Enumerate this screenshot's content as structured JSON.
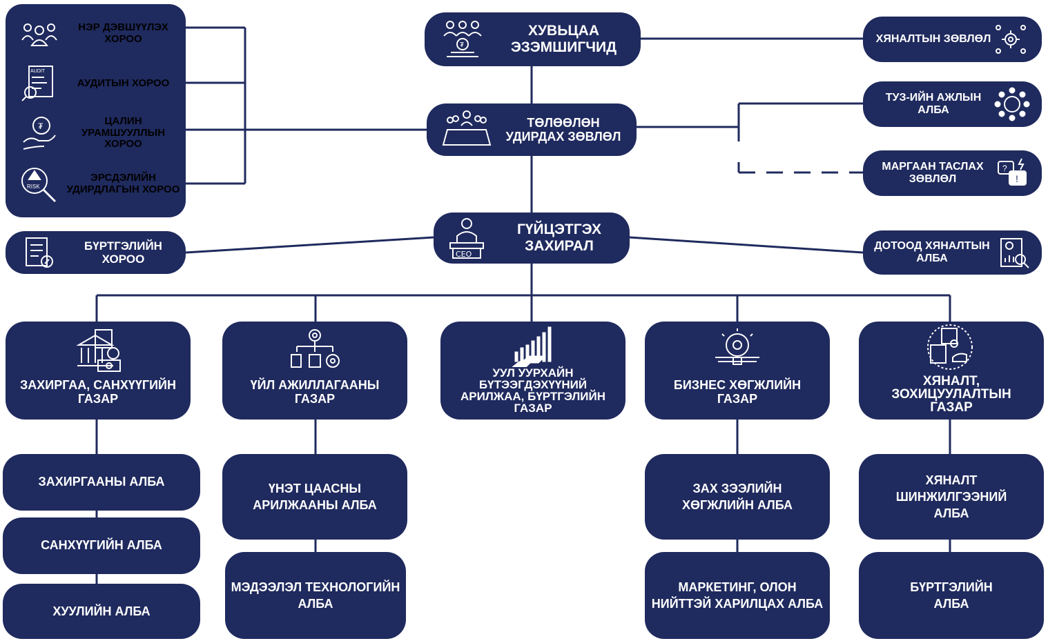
{
  "colors": {
    "box": "#1f2a5e",
    "line": "#1f2a5e",
    "text": "#ffffff"
  },
  "shareholders": {
    "line1": "ХУВЬЦАА",
    "line2": "ЭЗЭМШИГЧИД",
    "icon": "shareholders-icon"
  },
  "board": {
    "line1": "ТӨЛӨӨЛӨН",
    "line2": "УДИРДАХ ЗӨВЛӨЛ",
    "icon": "boardroom-icon"
  },
  "ceo": {
    "line1": "ГҮЙЦЭТГЭХ",
    "line2": "ЗАХИРАЛ",
    "icon": "ceo-icon",
    "icon_text": "CEO"
  },
  "committees": [
    {
      "label": "НЭР ДЭВШҮҮЛЭХ ХОРОО",
      "icon": "people-group-icon"
    },
    {
      "label": "АУДИТЫН ХОРОО",
      "icon": "audit-icon",
      "icon_text": "AUDIT"
    },
    {
      "label": "ЦАЛИН УРАМШУУЛЛЫН ХОРОО",
      "icon": "salary-hand-icon"
    },
    {
      "label": "ЭРСДЭЛИЙН УДИРДЛАГЫН ХОРОО",
      "icon": "risk-icon",
      "icon_text": "RISK"
    }
  ],
  "registration_committee": {
    "label": "БҮРТГЭЛИЙН ХОРОО",
    "icon": "document-pen-icon"
  },
  "right_units": [
    {
      "label": "ХЯНАЛТЫН ЗӨВЛӨЛ",
      "icon": "control-gear-icon"
    },
    {
      "label": "ТУЗ-ИЙН АЖЛЫН АЛБА",
      "icon": "round-table-icon"
    },
    {
      "label": "МАРГААН ТАСЛАХ ЗӨВЛӨЛ",
      "icon": "dispute-icon"
    },
    {
      "label": "ДОТООД ХЯНАЛТЫН АЛБА",
      "icon": "inspection-icon"
    }
  ],
  "departments": [
    {
      "label": "ЗАХИРГАА, САНХҮҮГИЙН ГАЗАР",
      "icon": "finance-building-icon"
    },
    {
      "label": "ҮЙЛ АЖИЛЛАГААНЫ ГАЗАР",
      "icon": "operations-flow-icon"
    },
    {
      "label": "УУЛ УУРХАЙН БҮТЭЭГДЭХҮҮНИЙ АРИЛЖАА, БҮРТГЭЛИЙН ГАЗАР",
      "icon": "gold-bars-icon"
    },
    {
      "label": "БИЗНЕС ХӨГЖЛИЙН ГАЗАР",
      "icon": "idea-bulb-icon"
    },
    {
      "label": "ХЯНАЛТ, ЗОХИЦУУЛАЛТЫН ГАЗАР",
      "icon": "certificate-icon"
    }
  ],
  "units": {
    "admin": [
      "ЗАХИРГААНЫ АЛБА",
      "САНХҮҮГИЙН АЛБА",
      "ХУУЛИЙН АЛБА"
    ],
    "operations": [
      "ҮНЭТ ЦААСНЫ АРИЛЖААНЫ АЛБА",
      "МЭДЭЭЛЭЛ ТЕХНОЛОГИЙН АЛБА"
    ],
    "business": [
      "ЗАХ ЗЭЭЛИЙН ХӨГЖЛИЙН АЛБА",
      "МАРКЕТИНГ, ОЛОН НИЙТТЭЙ ХАРИЛЦАХ АЛБА"
    ],
    "regulation": [
      "ХЯНАЛТ ШИНЖИЛГЭЭНИЙ АЛБА",
      "БҮРТГЭЛИЙН АЛБА"
    ]
  }
}
